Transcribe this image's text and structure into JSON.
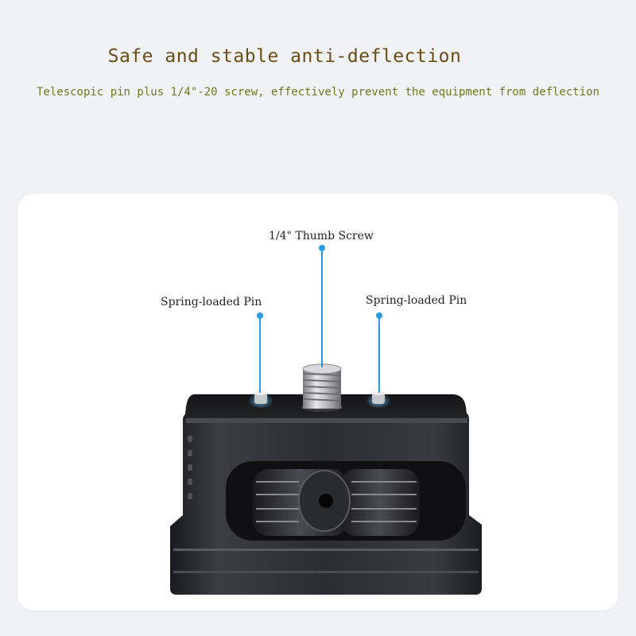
{
  "header": {
    "title": "Safe and stable anti-deflection",
    "subtitle": "Telescopic pin plus 1/4\"-20 screw, effectively prevent the equipment from deflection"
  },
  "callouts": {
    "thumb_screw": "1/4\" Thumb Screw",
    "pin_left": "Spring-loaded Pin",
    "pin_right": "Spring-loaded Pin"
  },
  "colors": {
    "title": "#6b4c17",
    "subtitle": "#6e7a1e",
    "callout_dot": "#2a9be0",
    "body_metal": "#2a2b2e"
  }
}
